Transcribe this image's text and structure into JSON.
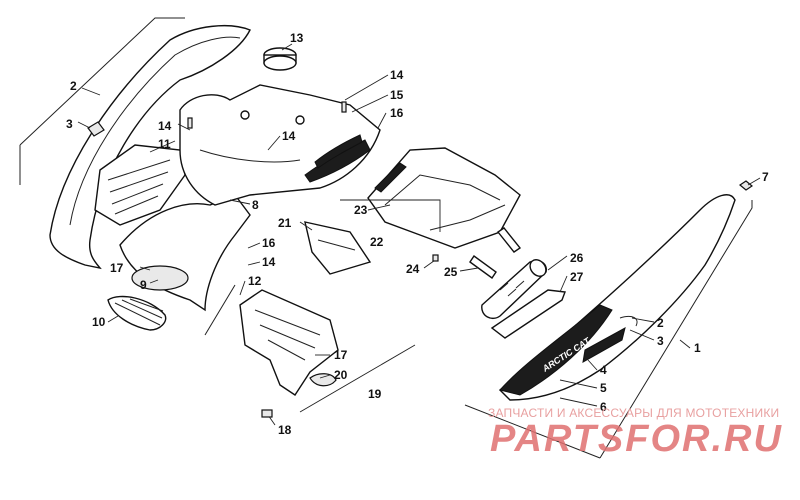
{
  "callouts": {
    "c1": "1",
    "c2a": "2",
    "c2b": "2",
    "c3a": "3",
    "c3b": "3",
    "c4": "4",
    "c5": "5",
    "c6": "6",
    "c7": "7",
    "c8": "8",
    "c9": "9",
    "c10": "10",
    "c11": "11",
    "c12": "12",
    "c13": "13",
    "c14a": "14",
    "c14b": "14",
    "c14c": "14",
    "c14d": "14",
    "c15": "15",
    "c16a": "16",
    "c16b": "16",
    "c17a": "17",
    "c17b": "17",
    "c18": "18",
    "c19": "19",
    "c20": "20",
    "c21": "21",
    "c22": "22",
    "c23": "23",
    "c24": "24",
    "c25": "25",
    "c26": "26",
    "c27": "27"
  },
  "decal": {
    "brand": "ARCTIC CAT"
  },
  "watermark": {
    "subtitle": "ЗАПЧАСТИ И АКСЕССУАРЫ ДЛЯ МОТОТЕХНИКИ",
    "site": "PARTSFOR.RU"
  },
  "colors": {
    "line": "#111111",
    "watermark": "#e07070"
  }
}
